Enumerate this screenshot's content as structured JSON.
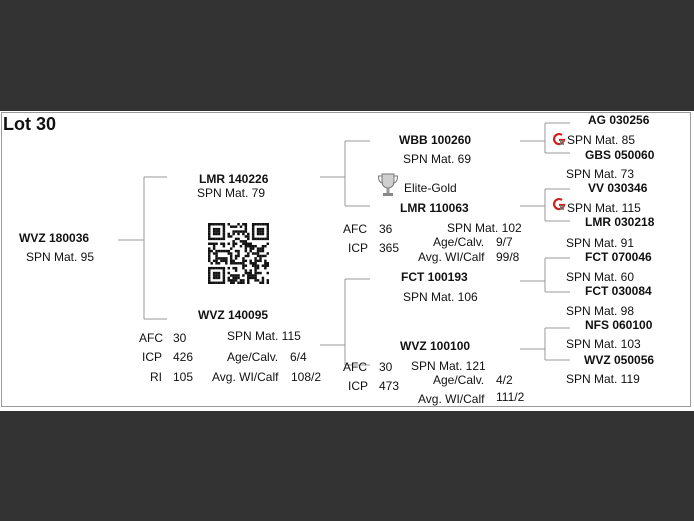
{
  "lot": {
    "title": "Lot 30"
  },
  "animal": {
    "name": "WVZ 180036",
    "spn": "SPN Mat. 95"
  },
  "sire": {
    "name": "LMR 140226",
    "spn": "SPN Mat. 79"
  },
  "dam": {
    "name": "WVZ 140095",
    "spn": "SPN Mat. 115",
    "afc_label": "AFC",
    "afc": "30",
    "icp_label": "ICP",
    "icp": "426",
    "ri_label": "RI",
    "ri": "105",
    "agecalv_label": "Age/Calv.",
    "agecalv": "6/4",
    "avgwi_label": "Avg. WI/Calf",
    "avgwi": "108/2"
  },
  "ss": {
    "name": "WBB 100260",
    "spn": "SPN Mat. 69"
  },
  "sd": {
    "name": "LMR 110063",
    "award": "Elite-Gold",
    "spn": "SPN Mat. 102",
    "afc_label": "AFC",
    "afc": "36",
    "icp_label": "ICP",
    "icp": "365",
    "agecalv_label": "Age/Calv.",
    "agecalv": "9/7",
    "avgwi_label": "Avg. WI/Calf",
    "avgwi": "99/8"
  },
  "ds": {
    "name": "FCT 100193",
    "spn": "SPN Mat. 106"
  },
  "dd": {
    "name": "WVZ 100100",
    "spn": "SPN Mat. 121",
    "afc_label": "AFC",
    "afc": "30",
    "icp_label": "ICP",
    "icp": "473",
    "agecalv_label": "Age/Calv.",
    "agecalv": "4/2",
    "avgwi_label": "Avg. WI/Calf",
    "avgwi": "111/2"
  },
  "gen3": [
    {
      "name": "AG  030256",
      "spn": "SPN Mat. 85"
    },
    {
      "name": "GBS 050060",
      "spn": "SPN Mat. 73"
    },
    {
      "name": "VV  030346",
      "spn": "SPN Mat. 115"
    },
    {
      "name": "LMR 030218",
      "spn": "SPN Mat. 91"
    },
    {
      "name": "FCT 070046",
      "spn": "SPN Mat. 60"
    },
    {
      "name": "FCT 030084",
      "spn": "SPN Mat. 98"
    },
    {
      "name": "NFS 060100",
      "spn": "SPN Mat. 103"
    },
    {
      "name": "WVZ 050056",
      "spn": "SPN Mat. 119"
    }
  ],
  "colors": {
    "background": "#333333",
    "card": "#ffffff",
    "lines": "#9a9a9a",
    "badge": "#d0211c"
  }
}
